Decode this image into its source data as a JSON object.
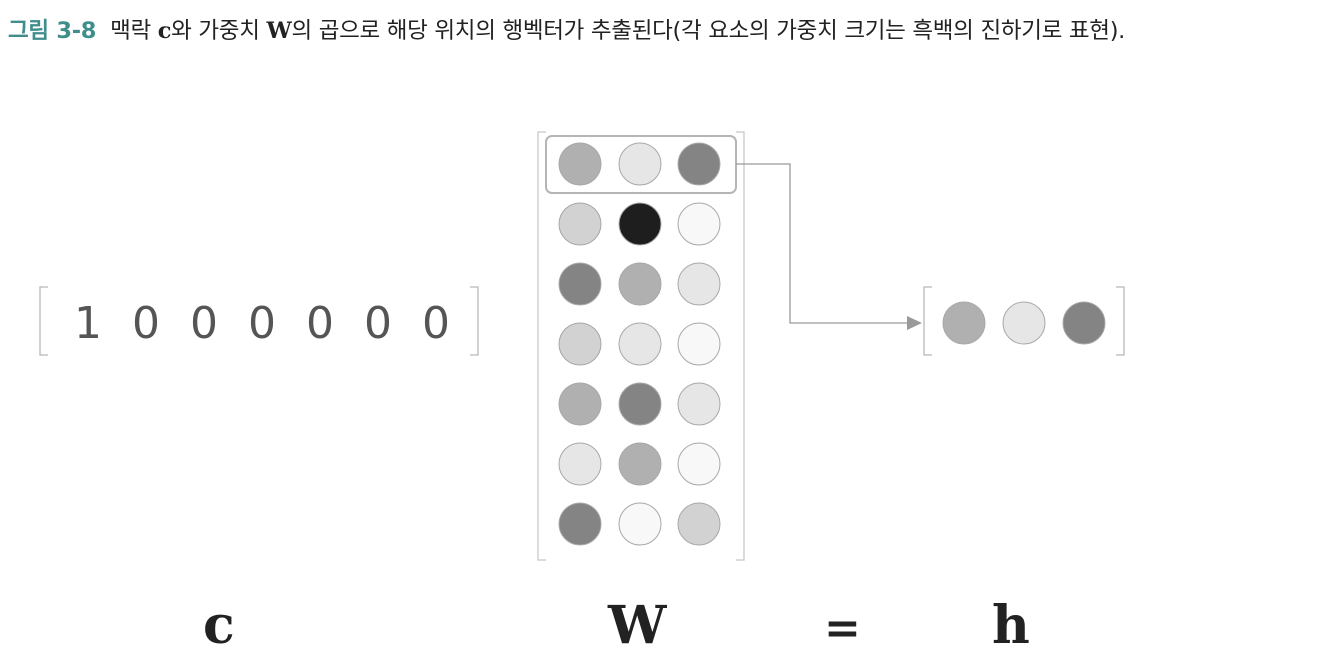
{
  "caption": {
    "figure_label": "그림 3-8",
    "part1": "맥락 ",
    "context_symbol": "c",
    "part2": "와 가중치 ",
    "weight_symbol": "W",
    "part3": "의 곱으로 해당 위치의 행벡터가 추출된다(각 요소의 가중치 크기는 흑백의 진하기로 표현)."
  },
  "context_vector": [
    "1",
    "0",
    "0",
    "0",
    "0",
    "0",
    "0"
  ],
  "weight_matrix_shades": [
    [
      "#b0b0b0",
      "#e6e6e6",
      "#848484"
    ],
    [
      "#d2d2d2",
      "#1e1e1e",
      "#f8f8f8"
    ],
    [
      "#848484",
      "#b0b0b0",
      "#e6e6e6"
    ],
    [
      "#d2d2d2",
      "#e6e6e6",
      "#f8f8f8"
    ],
    [
      "#b0b0b0",
      "#848484",
      "#e6e6e6"
    ],
    [
      "#e6e6e6",
      "#b0b0b0",
      "#f8f8f8"
    ],
    [
      "#848484",
      "#f8f8f8",
      "#d2d2d2"
    ]
  ],
  "selected_row": 0,
  "h_vector_shades": [
    "#b0b0b0",
    "#e6e6e6",
    "#848484"
  ],
  "labels": {
    "c": "c",
    "w": "W",
    "equals": "=",
    "h": "h"
  }
}
